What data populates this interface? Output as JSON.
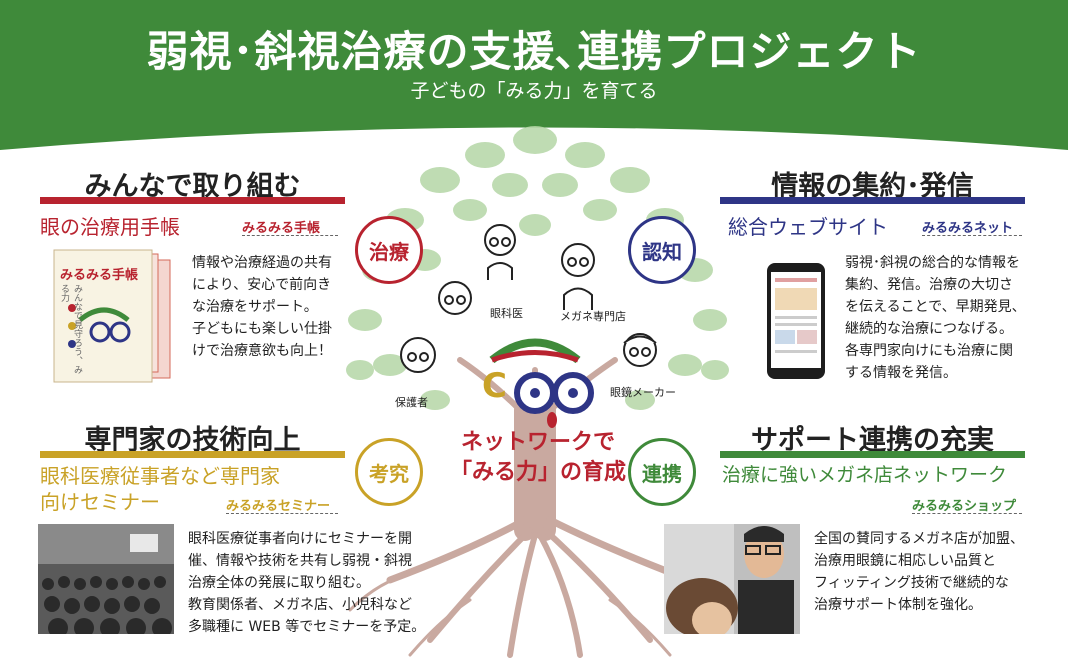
{
  "header": {
    "title": "弱視･斜視治療の支援､連携プロジェクト",
    "subtitle": "子どもの「みる力」を育てる"
  },
  "colors": {
    "green": "#3f8a3a",
    "red": "#b8232f",
    "navy": "#2e3586",
    "gold": "#c9a227",
    "leaf": "#b5d6a6",
    "root": "#c9a9a0"
  },
  "sections": {
    "top_left": {
      "heading": "みんなで取り組む",
      "subheading": "眼の治療用手帳",
      "tag": "みるみる手帳",
      "booklet_title": "みるみる手帳",
      "booklet_side": "みんなで見守ろう、みる力",
      "lines": [
        "情報や治療経過の共有",
        "により、安心で前向き",
        "な治療をサポート。",
        "子どもにも楽しい仕掛",
        "けで治療意欲も向上！"
      ]
    },
    "top_right": {
      "heading": "情報の集約･発信",
      "subheading": "総合ウェブサイト",
      "tag": "みるみるネット",
      "lines": [
        "弱視･斜視の総合的な情報を",
        "集約、発信。治療の大切さ",
        "を伝えることで、早期発見、",
        "継続的な治療につなげる。",
        "各専門家向けにも治療に関",
        "する情報を発信。"
      ]
    },
    "bottom_left": {
      "heading": "専門家の技術向上",
      "subheading_1": "眼科医療従事者など専門家",
      "subheading_2": "向けセミナー",
      "tag": "みるみるセミナー",
      "lines": [
        "眼科医療従事者向けにセミナーを開",
        "催、情報や技術を共有し弱視・斜視",
        "治療全体の発展に取り組む。",
        "教育関係者、メガネ店、小児科など",
        "多職種に WEB 等でセミナーを予定。"
      ]
    },
    "bottom_right": {
      "heading": "サポート連携の充実",
      "subheading": "治療に強いメガネ店ネットワーク",
      "tag": "みるみるショップ",
      "lines": [
        "全国の賛同するメガネ店が加盟、",
        "治療用眼鏡に相応しい品質と",
        "フィッティング技術で継続的な",
        "治療サポート体制を強化。"
      ]
    }
  },
  "badges": {
    "treatment": "治療",
    "awareness": "認知",
    "study": "考究",
    "cooperation": "連携"
  },
  "people": {
    "ophthalmologist": "眼科医",
    "optician": "メガネ専門店",
    "guardian": "保護者",
    "maker": "眼鏡メーカー"
  },
  "center": {
    "line1": "ネットワークで",
    "line2": "「みる力」の育成"
  },
  "mascot": {
    "letter": "C"
  }
}
